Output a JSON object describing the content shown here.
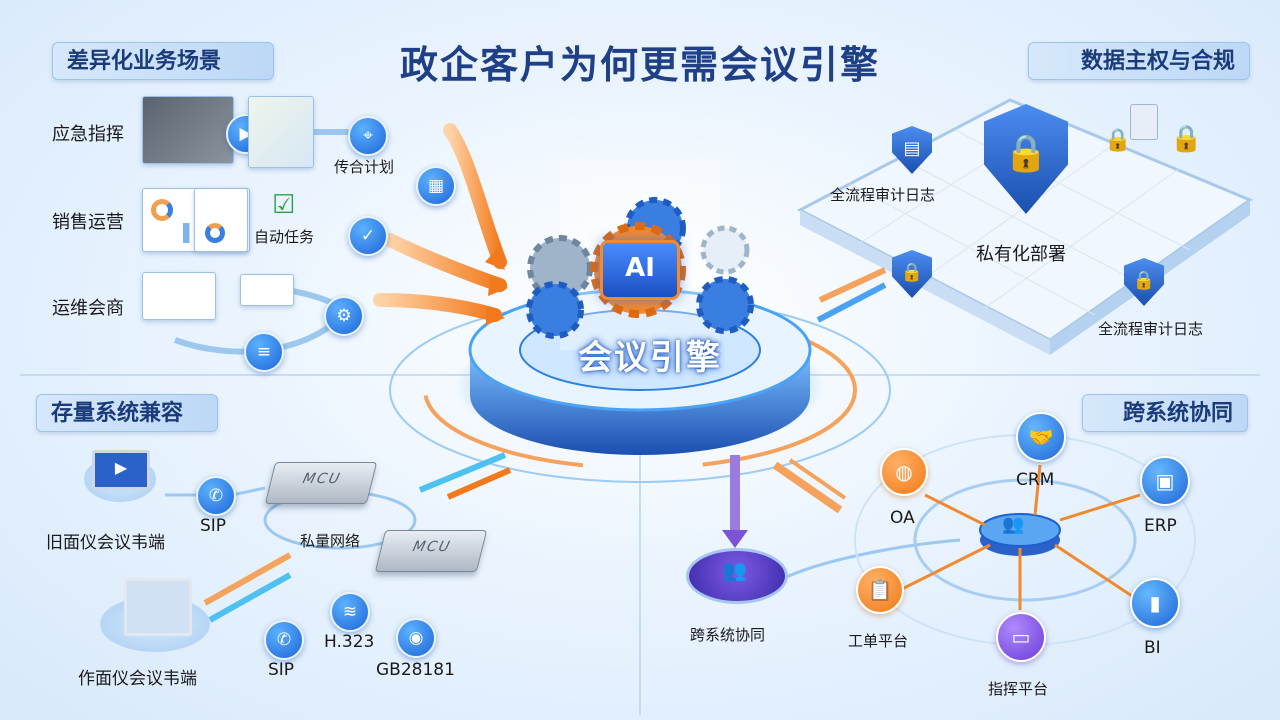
{
  "title": "政企客户为何更需会议引擎",
  "sections": {
    "top_left": "差异化业务场景",
    "top_right": "数据主权与合规",
    "bottom_left": "存量系统兼容",
    "bottom_right": "跨系统协同"
  },
  "center": {
    "label": "会议引擎",
    "chip": "AI"
  },
  "scenarios": {
    "row1": "应急指挥",
    "row2": "销售运营",
    "row3": "运维会商",
    "tag1": "传合计划",
    "tag2": "自动任务"
  },
  "compliance": {
    "audit_top": "全流程审计日志",
    "private_deploy": "私有化部署",
    "audit_bottom": "全流程审计日志"
  },
  "legacy": {
    "old_terminal": "旧面仪会议韦端",
    "new_terminal": "作面仪会议韦端",
    "sip_1": "SIP",
    "sip_2": "SIP",
    "h323": "H.323",
    "gb": "GB28181",
    "private_net": "私量网络",
    "mcu_1": "MCU",
    "mcu_2": "MCU"
  },
  "collab": {
    "hub": "跨系统协同",
    "crm": "CRM",
    "oa": "OA",
    "erp": "ERP",
    "ticket": "工单平台",
    "bi": "BI",
    "command": "指挥平台"
  },
  "colors": {
    "primary_blue": "#1c66d8",
    "accent_orange": "#f07a18",
    "title_navy": "#1f3f86",
    "purple": "#6a3cd6"
  }
}
